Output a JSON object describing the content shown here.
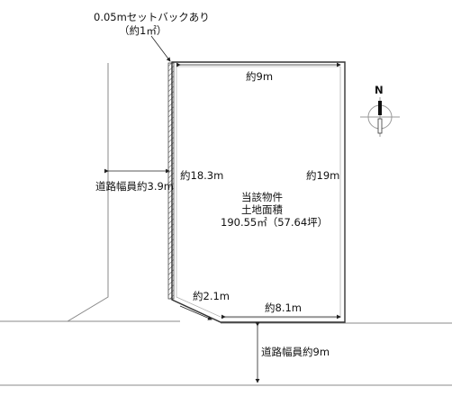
{
  "setback_note": {
    "line1": "0.05mセットバックあり",
    "line2": "（約1㎡）"
  },
  "dimensions": {
    "top": "約9m",
    "left": "約18.3m",
    "right": "約19m",
    "corner": "約2.1m",
    "bottom": "約8.1m"
  },
  "property": {
    "name": "当該物件",
    "area_label": "土地面積",
    "area_value": "190.55㎡（57.64坪）"
  },
  "roads": {
    "west": "道路幅員約3.9m",
    "south": "道路幅員約9m"
  },
  "compass": {
    "label": "N"
  }
}
